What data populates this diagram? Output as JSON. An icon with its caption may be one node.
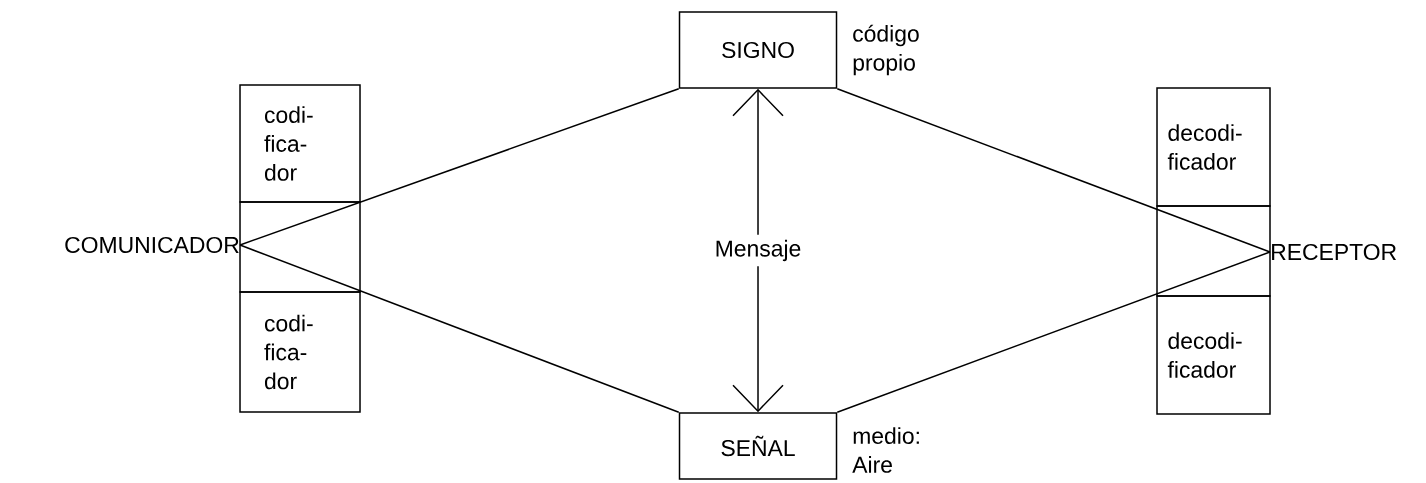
{
  "diagram": {
    "nodes": [
      {
        "text": [
          "SIGNO"
        ],
        "beside": [
          "código propio"
        ]
      },
      {
        "text": [
          "codi- fica- dor"
        ]
      },
      {
        "text": [
          "decodi- ficador"
        ]
      },
      {
        "text": [
          "COMUNICADOR"
        ]
      },
      {
        "text": [
          "RECEPTOR"
        ]
      },
      {
        "text": [
          "codi- fica- dor"
        ]
      },
      {
        "text": [
          "decodi- ficador"
        ]
      },
      {
        "text": [
          "SEÑAL"
        ],
        "beside": [
          "medio: Aire"
        ]
      }
    ],
    "edges": [
      {
        "from": 3,
        "to": 0,
        "arrow": "none"
      },
      {
        "from": 3,
        "to": 7,
        "arrow": "none"
      },
      {
        "from": 0,
        "to": 4,
        "arrow": "none"
      },
      {
        "from": 7,
        "to": 4,
        "arrow": "none"
      },
      {
        "from": 0,
        "to": 7,
        "arrow": "both",
        "label": "Mensaje"
      }
    ]
  }
}
